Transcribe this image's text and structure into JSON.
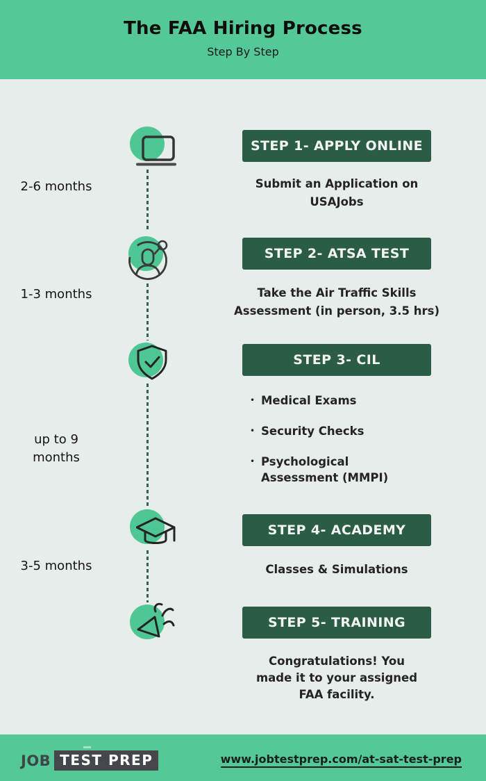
{
  "header": {
    "title": "The FAA Hiring Process",
    "subtitle": "Step By Step"
  },
  "timeline": {
    "steps": [
      {
        "banner": "STEP 1- APPLY ONLINE",
        "duration": "2-6 months",
        "description": "Submit an Application on USAJobs",
        "icon": "laptop-icon"
      },
      {
        "banner": "STEP 2- ATSA TEST",
        "duration": "1-3 months",
        "description": "Take the Air Traffic Skills Assessment (in person, 3.5 hrs)",
        "icon": "person-search-icon"
      },
      {
        "banner": "STEP 3- CIL",
        "duration": "up to 9 months",
        "bullets": [
          "Medical Exams",
          "Security Checks",
          "Psychological Assessment (MMPI)"
        ],
        "icon": "shield-check-icon"
      },
      {
        "banner": "STEP 4- ACADEMY",
        "duration": "3-5 months",
        "description": "Classes & Simulations",
        "icon": "graduation-cap-icon"
      },
      {
        "banner": "STEP 5- TRAINING",
        "description": "Congratulations! You made it to your assigned FAA facility.",
        "icon": "party-popper-icon"
      }
    ],
    "bullet_glyph": "•"
  },
  "footer": {
    "logo_job": "JOB",
    "logo_testprep": "TEST PREP",
    "url": "www.jobtestprep.com/at-sat-test-prep"
  },
  "colors": {
    "brand_green": "#55C898",
    "circle_green": "#4FC795",
    "dark_green": "#2B5C46",
    "background": "#E7EDEA",
    "ink": "#1D1D1B"
  }
}
